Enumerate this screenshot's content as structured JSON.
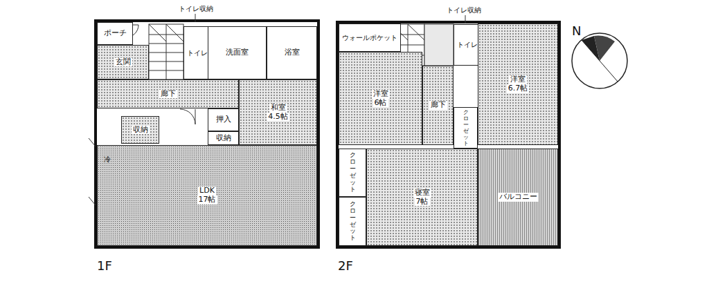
{
  "diagram": {
    "nodes": [
      {
        "text": [
          "ポーチ"
        ]
      },
      {
        "text": [
          "玄関"
        ]
      },
      {
        "text": [
          "トイレ"
        ]
      },
      {
        "text": [
          "洗面室"
        ]
      },
      {
        "text": [
          "浴室"
        ]
      },
      {
        "text": [
          "廊下"
        ]
      },
      {
        "text": [
          "和室",
          "4.5帖"
        ]
      },
      {
        "text": [
          "押入"
        ]
      },
      {
        "text": [
          "収納"
        ]
      },
      {
        "text": [
          "収納"
        ]
      },
      {
        "text": [
          "LDK",
          "17帖"
        ]
      },
      {
        "text": [
          "ウォールポケット"
        ]
      },
      {
        "text": [
          "洋室",
          "6帖"
        ]
      },
      {
        "text": [
          "トイレ"
        ]
      },
      {
        "text": [
          "廊下"
        ]
      },
      {
        "text": [
          "洋室",
          "6.7帖"
        ]
      },
      {
        "text": [
          "クローゼット"
        ]
      },
      {
        "text": [
          "クローゼット"
        ]
      },
      {
        "text": [
          "クローゼット"
        ]
      },
      {
        "text": [
          "寝室",
          "7帖"
        ]
      },
      {
        "text": [
          "バルコニー"
        ]
      }
    ],
    "labels": [
      "トイレ収納",
      "トイレ収納",
      "冷",
      "1F",
      "2F",
      "N"
    ]
  }
}
